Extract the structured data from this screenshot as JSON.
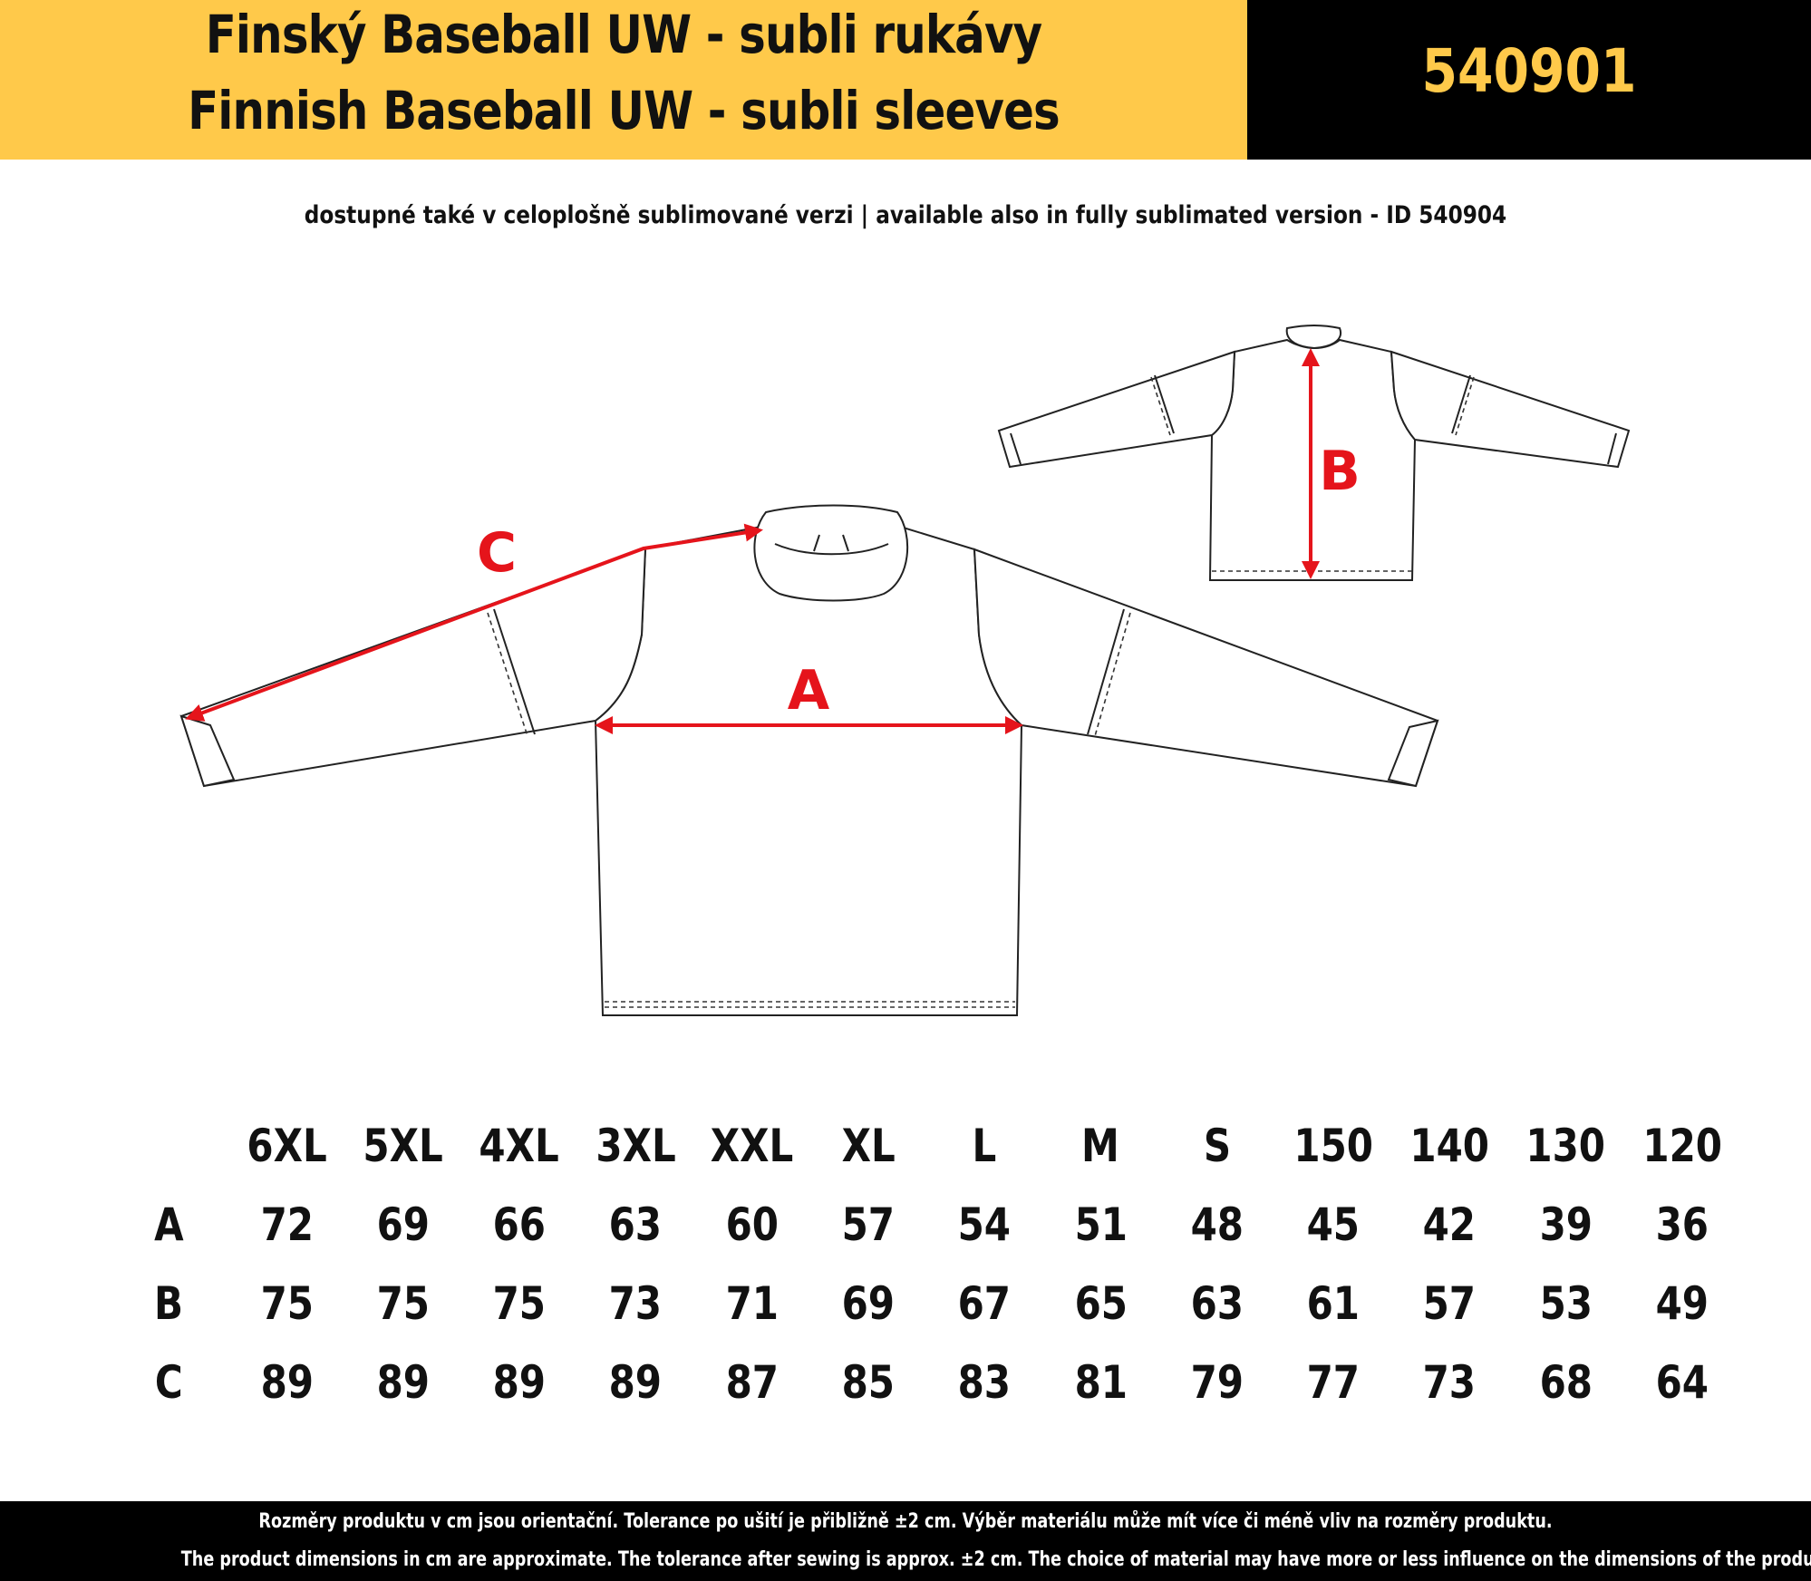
{
  "header": {
    "title_cz": "Finský Baseball UW - subli rukávy",
    "title_en": "Finnish Baseball UW - subli sleeves",
    "product_id": "540901",
    "colors": {
      "yellow": "#FFC94A",
      "black": "#000000",
      "accent_red": "#E5141B"
    }
  },
  "subtitle": "dostupné také v celoplošně sublimované verzi | available also in fully sublimated version - ID 540904",
  "illustration": {
    "front_view_icon": "long-sleeve-shirt-front",
    "back_view_icon": "long-sleeve-shirt-back",
    "labels": {
      "a": "A",
      "b": "B",
      "c": "C"
    }
  },
  "size_table": {
    "sizes": [
      "6XL",
      "5XL",
      "4XL",
      "3XL",
      "XXL",
      "XL",
      "L",
      "M",
      "S",
      "150",
      "140",
      "130",
      "120"
    ],
    "rows": [
      {
        "label": "A",
        "values": [
          "72",
          "69",
          "66",
          "63",
          "60",
          "57",
          "54",
          "51",
          "48",
          "45",
          "42",
          "39",
          "36"
        ]
      },
      {
        "label": "B",
        "values": [
          "75",
          "75",
          "75",
          "73",
          "71",
          "69",
          "67",
          "65",
          "63",
          "61",
          "57",
          "53",
          "49"
        ]
      },
      {
        "label": "C",
        "values": [
          "89",
          "89",
          "89",
          "89",
          "87",
          "85",
          "83",
          "81",
          "79",
          "77",
          "73",
          "68",
          "64"
        ]
      }
    ]
  },
  "footer": {
    "note_cz": "Rozměry produktu v cm jsou orientační. Tolerance po ušití je přibližně ±2 cm. Výběr materiálu může mít více či méně vliv na rozměry produktu.",
    "note_en": "The product dimensions in cm are approximate. The tolerance after sewing is approx. ±2 cm. The choice of material may have more or less influence on the dimensions of the product."
  }
}
